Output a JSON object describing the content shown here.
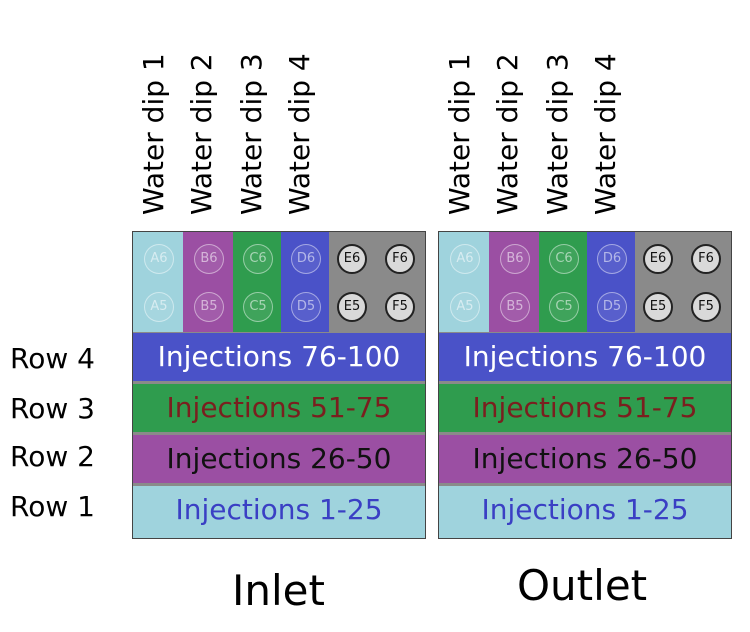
{
  "row_labels": [
    "Row 4",
    "Row 3",
    "Row 2",
    "Row 1"
  ],
  "dip_labels": [
    "Water dip 1",
    "Water dip 2",
    "Water dip 3",
    "Water dip 4"
  ],
  "colors": {
    "cyan": "#9fd3dd",
    "purple": "#9b4fa3",
    "green": "#2f9c4e",
    "blue": "#4a52c8",
    "gray": "#8a8a8a",
    "text_blue": "#3a3fc4",
    "text_red": "#7a1f1f",
    "text_white": "#ffffff",
    "text_black": "#111111"
  },
  "wells": {
    "top_row": [
      "A6",
      "B6",
      "C6",
      "D6",
      "E6",
      "F6"
    ],
    "bottom_row": [
      "A5",
      "B5",
      "C5",
      "D5",
      "E5",
      "F5"
    ]
  },
  "bands": [
    {
      "label": "Injections 76-100",
      "color": "blue",
      "text_color": "text_white"
    },
    {
      "label": "Injections 51-75",
      "color": "green",
      "text_color": "text_red"
    },
    {
      "label": "Injections 26-50",
      "color": "purple",
      "text_color": "text_black"
    },
    {
      "label": "Injections 1-25",
      "color": "cyan",
      "text_color": "text_blue"
    }
  ],
  "panels": [
    {
      "title": "Inlet"
    },
    {
      "title": "Outlet"
    }
  ]
}
